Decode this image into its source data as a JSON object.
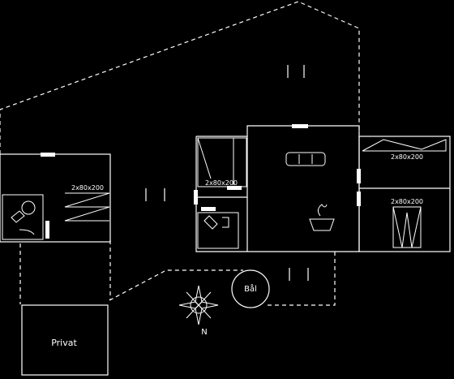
{
  "labels": {
    "bed_left": "2x80x200",
    "bed_center": "2x80x200",
    "bed_right_top": "2x80x200",
    "bed_right_bottom": "2x80x200",
    "sauna": "Bål",
    "annex": "Privat",
    "north": "N"
  },
  "colors": {
    "background": "#000000",
    "lines": "#ffffff"
  }
}
